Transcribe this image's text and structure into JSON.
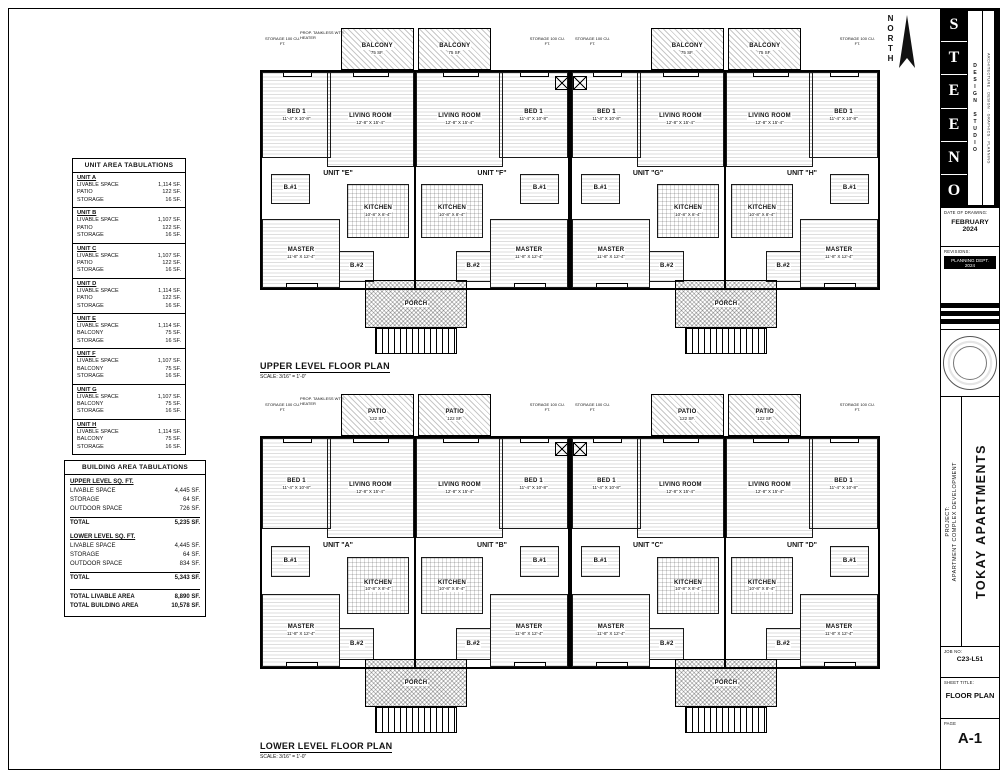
{
  "north": {
    "label": "NORTH"
  },
  "titleblock": {
    "firm_letters": "STEENO",
    "firm_sub": "DESIGN STUDIO",
    "firm_services": "ARCHITECTURE · DESIGN · GRAPHICS · PLANNING",
    "date_label": "DATE OF DRAWING:",
    "date_value": "FEBRUARY 2024",
    "revisions_label": "REVISIONS:",
    "revision_entry": "PLANNING DEPT. 2024",
    "project_label": "PROJECT:",
    "project_value": "APARTMENT COMPLEX DEVELOPMENT",
    "project_name": "TOKAY APARTMENTS",
    "job_label": "JOB NO:",
    "job_value": "C23-L51",
    "sheet_title_label": "SHEET TITLE:",
    "sheet_title": "FLOOR PLAN",
    "page_label": "PAGE",
    "page_value": "A-1"
  },
  "unit_area_table": {
    "title": "UNIT AREA TABULATIONS",
    "units": [
      {
        "name": "UNIT A",
        "rows": [
          {
            "label": "LIVABLE SPACE",
            "value": "1,114 SF."
          },
          {
            "label": "PATIO",
            "value": "122 SF."
          },
          {
            "label": "STORAGE",
            "value": "16 SF."
          }
        ]
      },
      {
        "name": "UNIT B",
        "rows": [
          {
            "label": "LIVABLE SPACE",
            "value": "1,107 SF."
          },
          {
            "label": "PATIO",
            "value": "122 SF."
          },
          {
            "label": "STORAGE",
            "value": "16 SF."
          }
        ]
      },
      {
        "name": "UNIT C",
        "rows": [
          {
            "label": "LIVABLE SPACE",
            "value": "1,107 SF."
          },
          {
            "label": "PATIO",
            "value": "122 SF."
          },
          {
            "label": "STORAGE",
            "value": "16 SF."
          }
        ]
      },
      {
        "name": "UNIT D",
        "rows": [
          {
            "label": "LIVABLE SPACE",
            "value": "1,114 SF."
          },
          {
            "label": "PATIO",
            "value": "122 SF."
          },
          {
            "label": "STORAGE",
            "value": "16 SF."
          }
        ]
      },
      {
        "name": "UNIT E",
        "rows": [
          {
            "label": "LIVABLE SPACE",
            "value": "1,114 SF."
          },
          {
            "label": "BALCONY",
            "value": "75 SF."
          },
          {
            "label": "STORAGE",
            "value": "16 SF."
          }
        ]
      },
      {
        "name": "UNIT F",
        "rows": [
          {
            "label": "LIVABLE SPACE",
            "value": "1,107 SF."
          },
          {
            "label": "BALCONY",
            "value": "75 SF."
          },
          {
            "label": "STORAGE",
            "value": "16 SF."
          }
        ]
      },
      {
        "name": "UNIT G",
        "rows": [
          {
            "label": "LIVABLE SPACE",
            "value": "1,107 SF."
          },
          {
            "label": "BALCONY",
            "value": "75 SF."
          },
          {
            "label": "STORAGE",
            "value": "16 SF."
          }
        ]
      },
      {
        "name": "UNIT H",
        "rows": [
          {
            "label": "LIVABLE SPACE",
            "value": "1,114 SF."
          },
          {
            "label": "BALCONY",
            "value": "75 SF."
          },
          {
            "label": "STORAGE",
            "value": "16 SF."
          }
        ]
      }
    ]
  },
  "building_area_table": {
    "title": "BUILDING AREA TABULATIONS",
    "sections": [
      {
        "heading": "UPPER LEVEL SQ. FT.",
        "rows": [
          {
            "label": "LIVABLE SPACE",
            "value": "4,445 SF."
          },
          {
            "label": "STORAGE",
            "value": "64 SF."
          },
          {
            "label": "OUTDOOR SPACE",
            "value": "726 SF."
          }
        ],
        "total": {
          "label": "TOTAL",
          "value": "5,235 SF."
        }
      },
      {
        "heading": "LOWER LEVEL SQ. FT.",
        "rows": [
          {
            "label": "LIVABLE SPACE",
            "value": "4,445 SF."
          },
          {
            "label": "STORAGE",
            "value": "64 SF."
          },
          {
            "label": "OUTDOOR SPACE",
            "value": "834 SF."
          }
        ],
        "total": {
          "label": "TOTAL",
          "value": "5,343 SF."
        }
      }
    ],
    "totals": [
      {
        "label": "TOTAL LIVABLE AREA",
        "value": "8,890 SF."
      },
      {
        "label": "TOTAL BUILDING AREA",
        "value": "10,578 SF."
      }
    ]
  },
  "plans": [
    {
      "id": "upper",
      "title": "UPPER LEVEL FLOOR PLAN",
      "scale": "SCALE: 3/16\" = 1'-0\"",
      "outdoor_label": "BALCONY",
      "outdoor_area": "75 SF.",
      "units": [
        "UNIT \"E\"",
        "UNIT \"F\"",
        "UNIT \"G\"",
        "UNIT \"H\""
      ]
    },
    {
      "id": "lower",
      "title": "LOWER LEVEL FLOOR PLAN",
      "scale": "SCALE: 3/16\" = 1'-0\"",
      "outdoor_label": "PATIO",
      "outdoor_area": "122 SF.",
      "units": [
        "UNIT \"A\"",
        "UNIT \"B\"",
        "UNIT \"C\"",
        "UNIT \"D\""
      ]
    }
  ],
  "rooms": {
    "bed": {
      "label": "BED 1",
      "dim": "11'-4\" X 10'-8\""
    },
    "living": {
      "label": "LIVING ROOM",
      "dim": "12'-8\" X 15'-4\""
    },
    "kitchen": {
      "label": "KITCHEN",
      "dim": "10'-8\" X 8'-4\""
    },
    "master": {
      "label": "MASTER",
      "dim": "11'-8\" X 12'-4\""
    },
    "bath1": {
      "label": "B.#1"
    },
    "bath2": {
      "label": "B.#2"
    },
    "porch": {
      "label": "PORCH"
    },
    "storage_note": "STORAGE 100 CU. FT.",
    "heater_note": "PROP. TANKLESS WTR. HEATER"
  }
}
